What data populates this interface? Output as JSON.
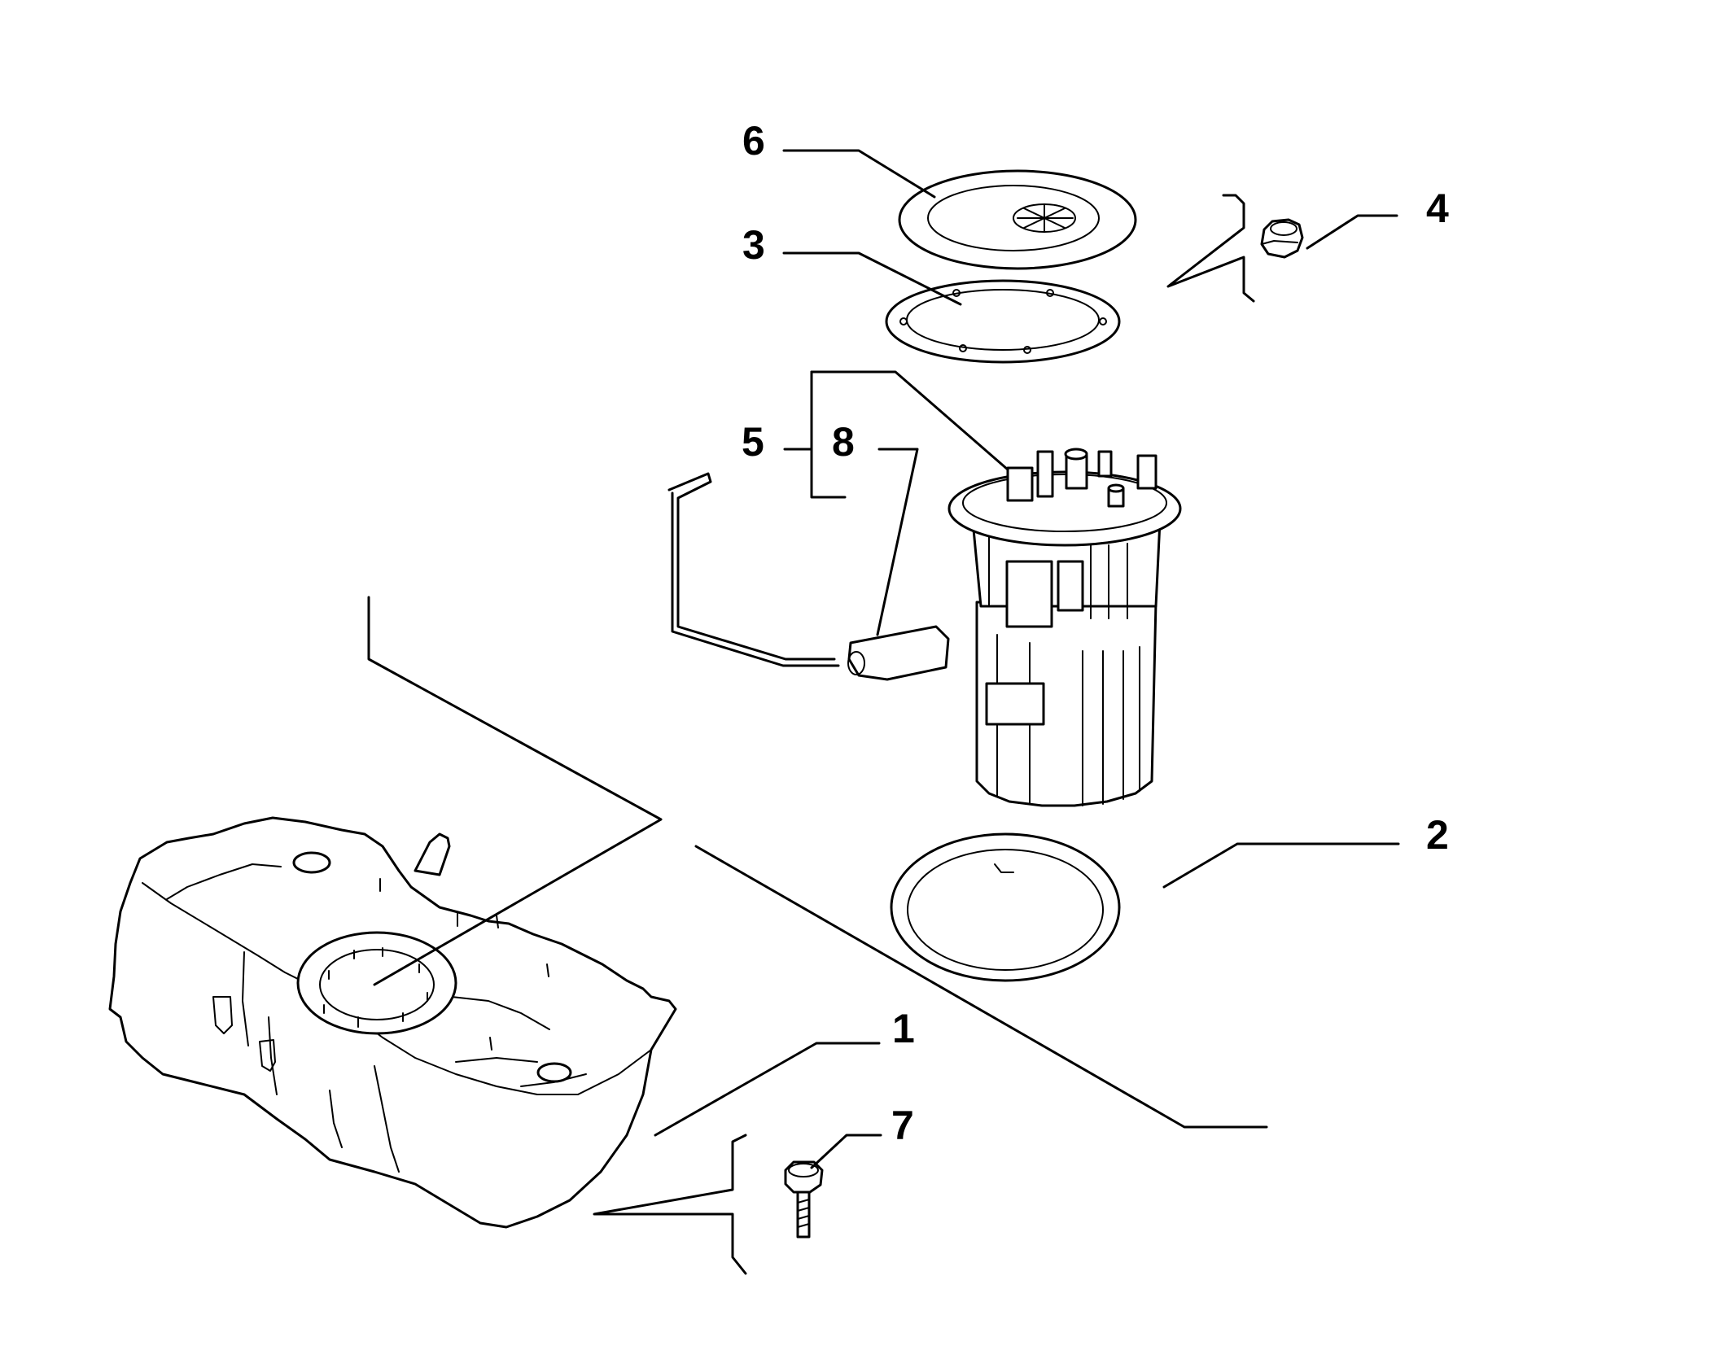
{
  "diagram": {
    "background": "#ffffff",
    "ink": "#000000",
    "callouts": {
      "c1": "1",
      "c2": "2",
      "c3": "3",
      "c4": "4",
      "c5": "5",
      "c6": "6",
      "c7": "7",
      "c8": "8"
    }
  }
}
